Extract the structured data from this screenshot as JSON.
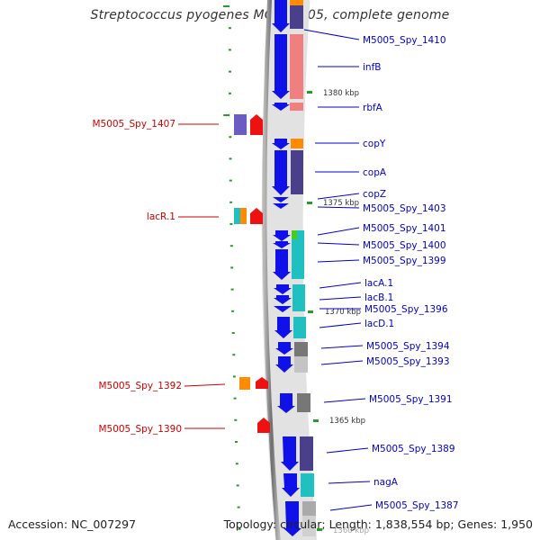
{
  "title": "Streptococcus pyogenes MGAS5005, complete genome",
  "footer": {
    "accession": "Accession: NC_007297",
    "topology": "Topology: circular; Length: 1,838,554 bp; Genes: 1,950"
  },
  "colors": {
    "background": "#ffffff",
    "backbone": "#808080",
    "cds_blue": "#1010e8",
    "label_blue": "#0000cc",
    "label_red": "#cc0000",
    "tick_green": "#2a9a2a",
    "cog_orange": "#ff8c00",
    "cog_salmon": "#f08080",
    "cog_purple": "#4a3f8a",
    "cog_cyan": "#20c0c0",
    "cog_gray": "#777777",
    "cog_red": "#ee1111"
  },
  "scale_labels": [
    "1380 kbp",
    "1375 kbp",
    "1370 kbp",
    "1365 kbp",
    "1360 kbp"
  ],
  "forward_genes": [
    "M5005_Spy_1410",
    "infB",
    "rbfA",
    "copY",
    "copA",
    "copZ",
    "M5005_Spy_1403",
    "M5005_Spy_1401",
    "M5005_Spy_1400",
    "M5005_Spy_1399",
    "lacA.1",
    "lacB.1",
    "M5005_Spy_1396",
    "lacD.1",
    "M5005_Spy_1394",
    "M5005_Spy_1393",
    "M5005_Spy_1391",
    "M5005_Spy_1389",
    "nagA",
    "M5005_Spy_1387"
  ],
  "reverse_genes": [
    "M5005_Spy_1407",
    "lacR.1",
    "M5005_Spy_1392",
    "M5005_Spy_1390"
  ]
}
